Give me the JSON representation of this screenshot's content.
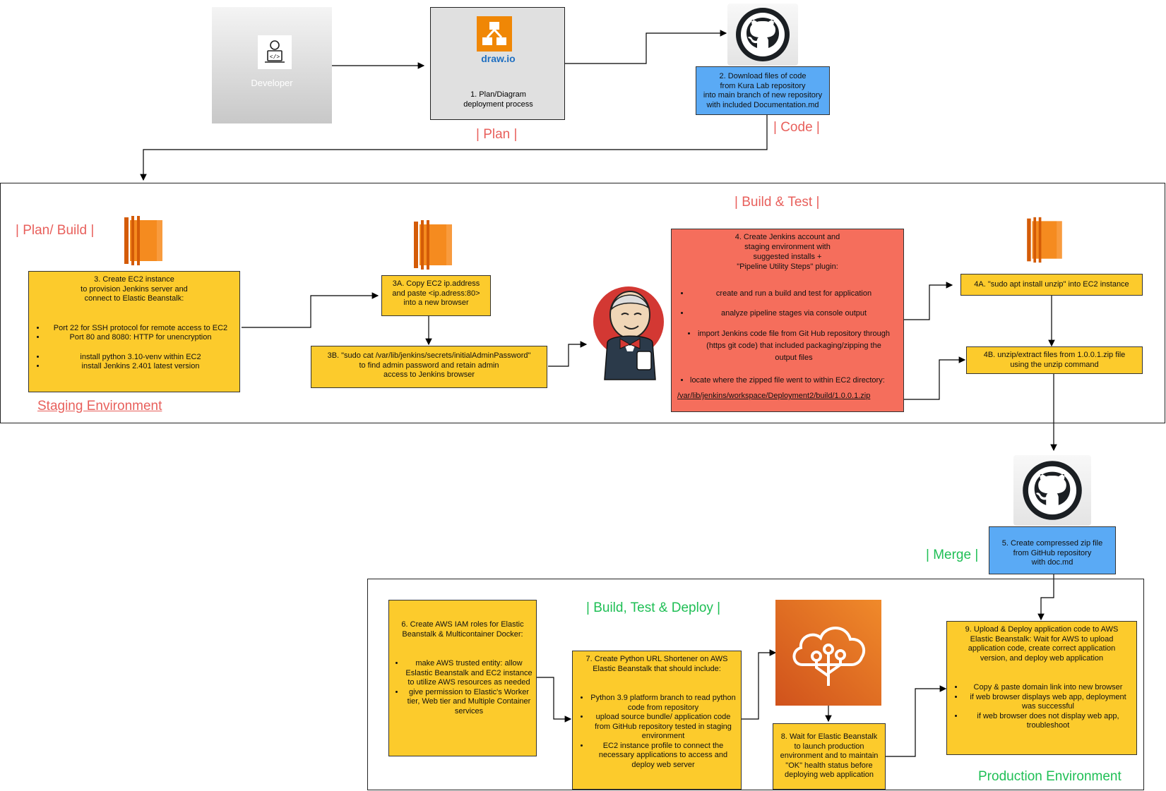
{
  "top": {
    "developer_label": "Developer",
    "drawio_brand": "draw.io",
    "step1": "1. Plan/Diagram deployment process",
    "step2": [
      "2. Download files of code",
      "from Kura Lab repository",
      "into main branch of new repository",
      "with included Documentation.md"
    ],
    "label_plan": "| Plan |",
    "label_code": "| Code |"
  },
  "staging": {
    "label_plan_build": "| Plan/ Build |",
    "label_build_test": "| Build & Test |",
    "env_label": "Staging Environment",
    "step3_title": [
      "3. Create EC2 instance",
      "to provision Jenkins server and",
      "connect to Elastic Beanstalk:"
    ],
    "step3_bullets": [
      "Port 22 for SSH protocol for remote access to EC2",
      "Port 80 and 8080: HTTP  for unencryption",
      "install python 3.10-venv within EC2",
      "install Jenkins 2.401 latest version"
    ],
    "step3a": [
      "3A. Copy EC2 ip.address",
      "and paste <ip.adress:80>",
      "into a new browser"
    ],
    "step3b": [
      "3B. \"sudo cat /var/lib/jenkins/secrets/initialAdminPassword\"",
      "to find admin password and retain admin",
      "access to Jenkins browser"
    ],
    "step4_title": [
      "4. Create Jenkins account and",
      "staging environment with",
      "suggested installs +",
      "\"Pipeline Utility Steps\" plugin:"
    ],
    "step4_bullets": [
      "create and run a build and test for application",
      "analyze pipeline stages via console output",
      "import Jenkins code file from Git Hub repository through (https git code) that included packaging/zipping the output files",
      "locate where the zipped file went to within EC2 directory:"
    ],
    "step4_path": "/var/lib/jenkins/workspace/Deployment2/build/1.0.0.1.zip",
    "step4a": "4A. \"sudo apt install unzip\" into EC2 instance",
    "step4b": [
      "4B. unzip/extract files from 1.0.0.1.zip file",
      "using the unzip command"
    ]
  },
  "merge": {
    "label_merge": "| Merge |",
    "step5": [
      "5. Create compressed zip file",
      "from GitHub repository",
      "with doc.md"
    ]
  },
  "production": {
    "label_btd": "| Build, Test & Deploy |",
    "env_label": "Production Environment",
    "step6_title": [
      "6. Create AWS IAM roles for Elastic",
      "Beanstalk & Multicontainer Docker:"
    ],
    "step6_bullets": [
      "make AWS trusted entity: allow Eslastic Beanstalk and EC2 instance to utilize AWS resources as needed",
      "give permission to Elastic's Worker tier, Web tier and Multiple Container services"
    ],
    "step7_title": [
      "7. Create Python URL Shortener on AWS",
      "Elastic Beanstalk that should include:"
    ],
    "step7_bullets": [
      "Python 3.9 platform branch to read python code from repository",
      "upload source bundle/ application code from GitHub repository tested in staging environment",
      "EC2 instance profile to connect the necessary applications to access and deploy web server"
    ],
    "step8": [
      "8. Wait for Elastic Beanstalk",
      "to launch production",
      "environment and to maintain",
      "\"OK\" health status before",
      "deploying web application"
    ],
    "step9_title": [
      "9. Upload & Deploy application code to AWS",
      "Elastic Beanstalk: Wait for AWS to upload",
      "application code, create correct application",
      "version, and deploy web application"
    ],
    "step9_bullets": [
      "Copy & paste domain link into new browser",
      "if web browser displays web app, deployment was successful",
      "if web browser does not display web app, troubleshoot"
    ]
  },
  "colors": {
    "yellow": "#fccb2c",
    "blue": "#5aaaf5",
    "red": "#f56e5c",
    "label_red": "#e8605c",
    "label_green": "#1fbf55",
    "ec2_orange": "#f58b1f",
    "beanstalk_orange": "#e8661a"
  }
}
